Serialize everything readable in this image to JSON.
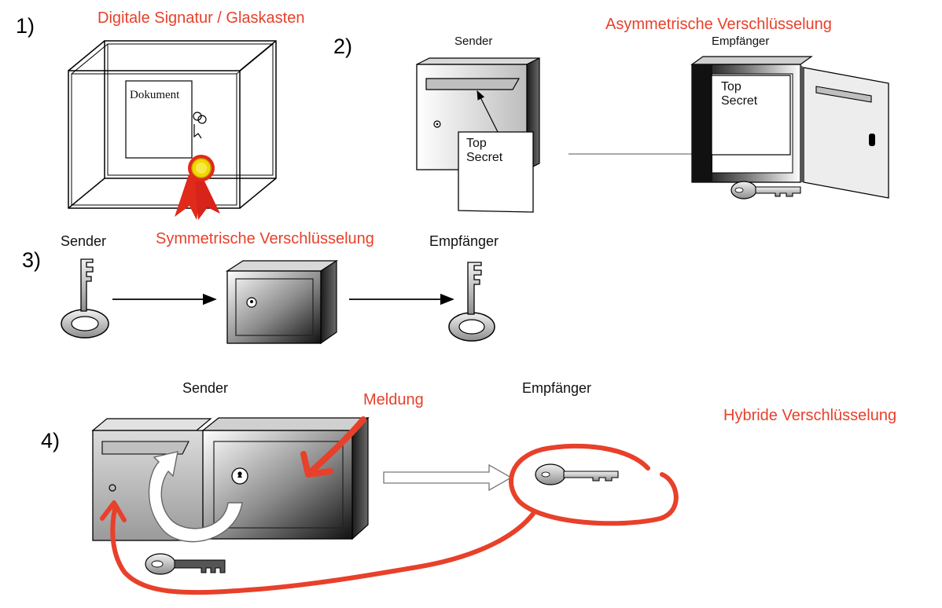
{
  "colors": {
    "annotation_red": "#e8402a",
    "seal_yellow": "#f0d800",
    "ribbon_red": "#e02a1a",
    "box_dark": "#2e2e2e",
    "line_black": "#000000"
  },
  "panel1": {
    "number": "1)",
    "title": "Digitale Signatur / Glaskasten",
    "document_label": "Dokument"
  },
  "panel2": {
    "number": "2)",
    "title": "Asymmetrische Verschlüsselung",
    "sender_label": "Sender",
    "receiver_label": "Empfänger",
    "letter_text_line1": "Top",
    "letter_text_line2": "Secret",
    "safe_doc_line1": "Top",
    "safe_doc_line2": "Secret"
  },
  "panel3": {
    "number": "3)",
    "title": "Symmetrische Verschlüsselung",
    "sender_label": "Sender",
    "receiver_label": "Empfänger"
  },
  "panel4": {
    "number": "4)",
    "title": "Hybride Verschlüsselung",
    "sender_label": "Sender",
    "receiver_label": "Empfänger",
    "annotation": "Meldung"
  },
  "icons": [
    "key-icon",
    "keyhole-icon",
    "wax-seal-icon",
    "arrow-icon"
  ]
}
